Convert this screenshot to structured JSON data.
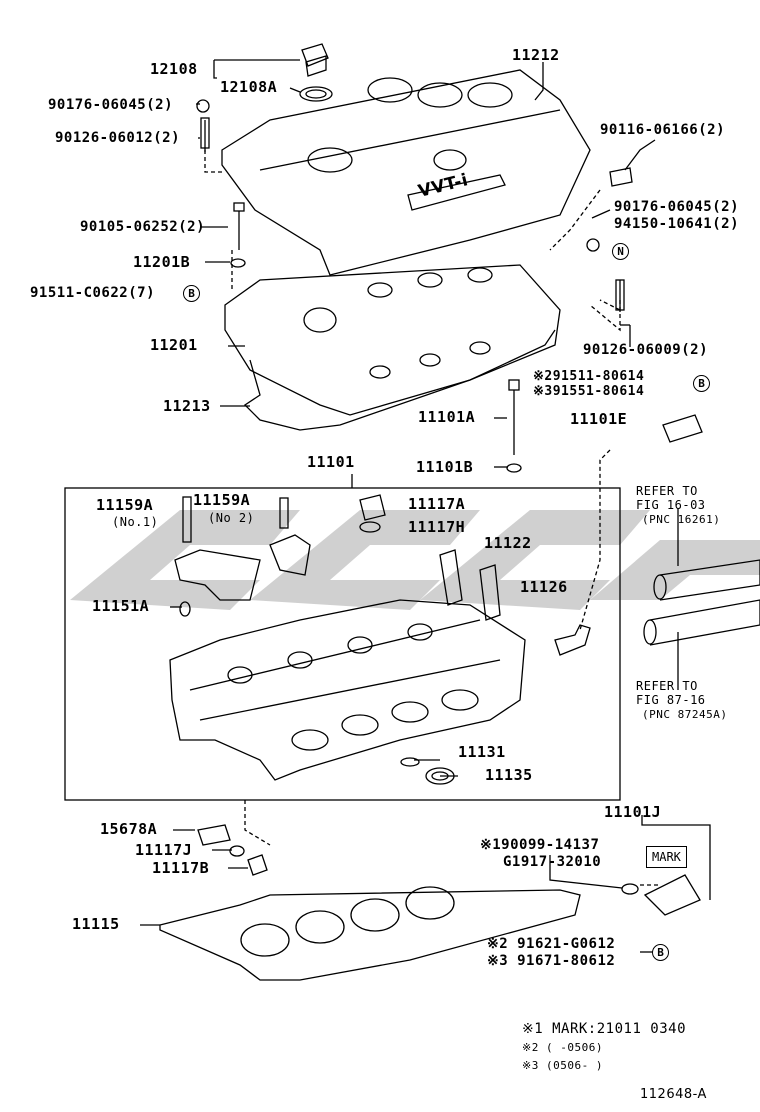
{
  "labels": {
    "p12108": "12108",
    "p12108A": "12108A",
    "p11212": "11212",
    "p90176a": "90176-06045(2)",
    "p90126a": "90126-06012(2)",
    "p90116": "90116-06166(2)",
    "p90176b": "90176-06045(2)",
    "p94150": "94150-10641(2)",
    "p90105": "90105-06252(2)",
    "p11201B": "11201B",
    "p91511c": "91511-C0622(7)",
    "p11201": "11201",
    "p90126b": "90126-06009(2)",
    "p91511_80614": "※291511-80614",
    "p91551_80614": "※391551-80614",
    "p11213": "11213",
    "p11101A": "11101A",
    "p11101E": "11101E",
    "p11101": "11101",
    "p11101B": "11101B",
    "p11159A_1": "11159A",
    "p11159A_1_sub": "(No.1)",
    "p11159A_2": "11159A",
    "p11159A_2_sub": "(No 2)",
    "p11117A": "11117A",
    "p11117H": "11117H",
    "p11122": "11122",
    "p11126": "11126",
    "p11151A": "11151A",
    "p11131": "11131",
    "p11135": "11135",
    "p15678A": "15678A",
    "p11117J": "11117J",
    "p11117B": "11117B",
    "p11115": "11115",
    "p11101J": "11101J",
    "p90099": "※190099-14137",
    "pG1917": "G1917-32010",
    "p91621": "※2 91621-G0612",
    "p91671": "※3 91671-80612"
  },
  "refs": {
    "ref1_line1": "REFER TO",
    "ref1_line2": "FIG 16-03",
    "ref1_line3": "(PNC 16261)",
    "ref2_line1": "REFER TO",
    "ref2_line2": "FIG 87-16",
    "ref2_line3": "(PNC 87245A)"
  },
  "callouts": {
    "b": "B",
    "n": "N"
  },
  "mark_box": "MARK",
  "cover_emblem": "VVT-i",
  "notes": {
    "n1": "※1  MARK:21011  0340",
    "n2": "※2  (      -0506)",
    "n3": "※3  (0506-      )"
  },
  "figure_id": "112648-A",
  "colors": {
    "ink": "#000000",
    "watermark": "#c8c8c8"
  }
}
